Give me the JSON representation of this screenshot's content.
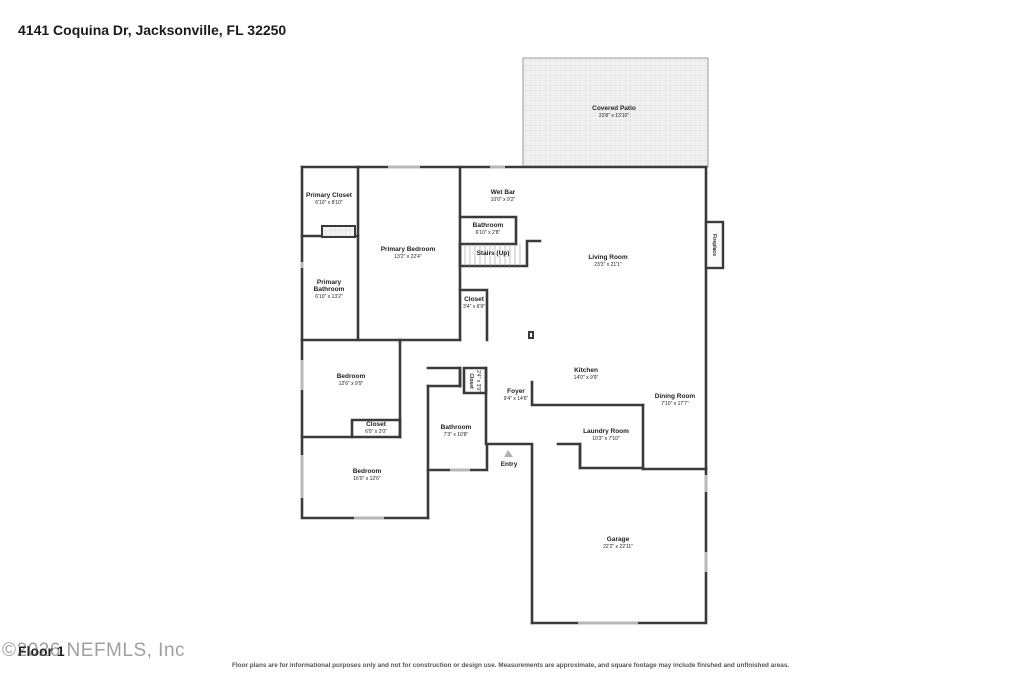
{
  "header": {
    "address": "4141 Coquina Dr, Jacksonville, FL 32250"
  },
  "rooms": [
    {
      "id": "covered-patio",
      "name": "Covered Patio",
      "dims": "23'8\" x 13'10\""
    },
    {
      "id": "wet-bar",
      "name": "Wet Bar",
      "dims": "10'0\" x 9'2\""
    },
    {
      "id": "primary-closet",
      "name": "Primary Closet",
      "dims": "6'10\" x 8'10\""
    },
    {
      "id": "primary-bedroom",
      "name": "Primary Bedroom",
      "dims": "13'2\" x 22'4\""
    },
    {
      "id": "bathroom-small",
      "name": "Bathroom",
      "dims": "6'10\" x 2'8\""
    },
    {
      "id": "stairs",
      "name": "Stairs (Up)",
      "dims": ""
    },
    {
      "id": "living-room",
      "name": "Living Room",
      "dims": "23'3\" x 21'1\""
    },
    {
      "id": "fireplace",
      "name": "Fireplace",
      "dims": ""
    },
    {
      "id": "primary-bathroom",
      "name1": "Primary",
      "name2": "Bathroom",
      "dims": "6'10\" x 13'2\""
    },
    {
      "id": "closet-hall",
      "name": "Closet",
      "dims": "3'4\" x 6'9\""
    },
    {
      "id": "kitchen",
      "name": "Kitchen",
      "dims": "14'0\" x 9'9\""
    },
    {
      "id": "bedroom-1",
      "name": "Bedroom",
      "dims": "12'6\" x 9'9\""
    },
    {
      "id": "closet-foyer",
      "name": "Closet",
      "dims": "2'4\" x 3'9\""
    },
    {
      "id": "foyer",
      "name": "Foyer",
      "dims": "9'4\" x 14'6\""
    },
    {
      "id": "dining-room",
      "name": "Dining Room",
      "dims": "7'10\" x 17'7\""
    },
    {
      "id": "closet-bedroom",
      "name": "Closet",
      "dims": "6'0\" x 2'0\""
    },
    {
      "id": "bathroom-2",
      "name": "Bathroom",
      "dims": "7'3\" x 10'8\""
    },
    {
      "id": "laundry-room",
      "name": "Laundry Room",
      "dims": "10'3\" x 7'10\""
    },
    {
      "id": "entry",
      "name": "Entry",
      "dims": ""
    },
    {
      "id": "bedroom-2",
      "name": "Bedroom",
      "dims": "16'0\" x 12'6\""
    },
    {
      "id": "garage",
      "name": "Garage",
      "dims": "22'2\" x 22'11\""
    }
  ],
  "footer": {
    "floor_label": "Floor 1",
    "watermark": "©2026 NEFMLS, Inc",
    "disclaimer": "Floor plans are for informational purposes only and not for construction or design use. Measurements are approximate, and square footage may include finished and unfinished areas."
  },
  "colors": {
    "wall": "#3a3a3a",
    "patio_fill": "#ededed",
    "window": "#b8b8b8"
  }
}
